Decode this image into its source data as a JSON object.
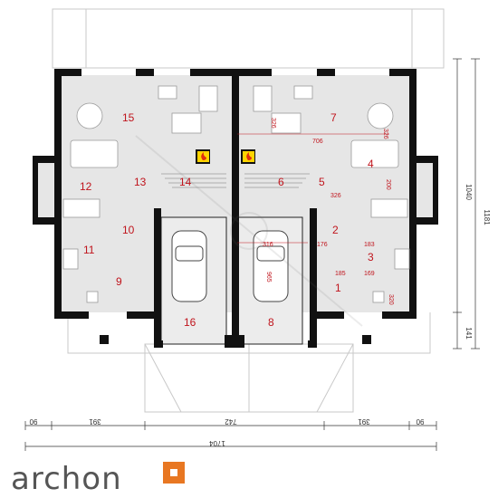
{
  "plan": {
    "rooms_left": [
      "15",
      "12",
      "13",
      "14",
      "10",
      "11",
      "9",
      "16"
    ],
    "rooms_right": [
      "7",
      "5",
      "6",
      "4",
      "2",
      "3",
      "1",
      "8"
    ],
    "dims_inner": [
      "706",
      "326",
      "326",
      "200",
      "316",
      "176",
      "183",
      "185",
      "169",
      "326",
      "320",
      "965"
    ],
    "dims_bottom": [
      "90",
      "391",
      "742",
      "391",
      "90"
    ],
    "dim_total_width": "1704",
    "dims_right": [
      "1040",
      "1181",
      "141"
    ]
  },
  "brand": {
    "name": "archon"
  },
  "colors": {
    "wall": "#111111",
    "floor": "#e6e6e6",
    "outside": "#f3f3f3",
    "dims": "#c0141c",
    "logo_accent": "#e87722"
  }
}
